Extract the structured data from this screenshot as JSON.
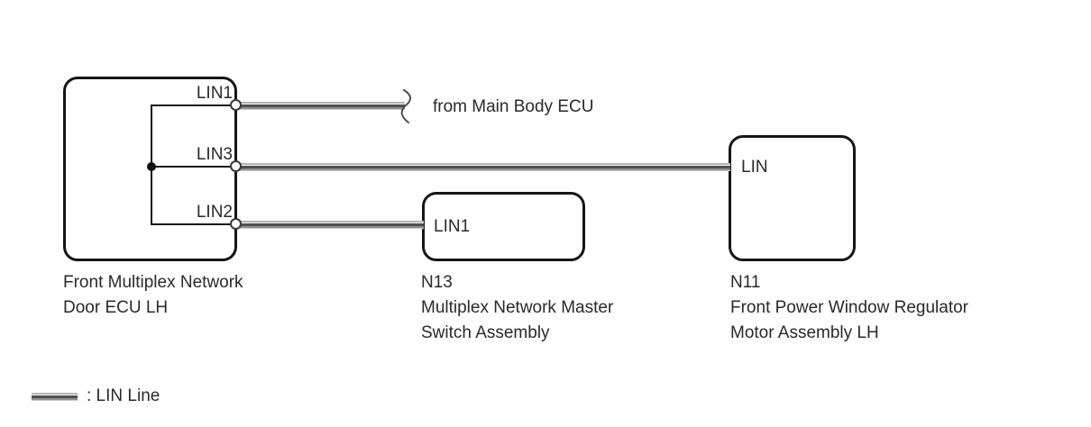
{
  "colors": {
    "box_border": "#161616",
    "wire_light_gray": "#b4b4b4",
    "wire_dark_gray": "#505050",
    "wire_mid_gray": "#8f8f8f",
    "text": "#2a2a2a",
    "background": "#fefefe"
  },
  "diagram": {
    "door_ecu": {
      "pin_labels": [
        "LIN1",
        "LIN3",
        "LIN2"
      ],
      "caption_line1": "Front Multiplex Network",
      "caption_line2": "Door ECU LH"
    },
    "external": {
      "label": "from Main Body ECU"
    },
    "master_switch": {
      "pin_label": "LIN1",
      "caption_line1": "N13",
      "caption_line2": "Multiplex Network Master",
      "caption_line3": "Switch Assembly"
    },
    "motor": {
      "pin_label": "LIN",
      "caption_line1": "N11",
      "caption_line2": "Front Power Window Regulator",
      "caption_line3": "Motor Assembly LH"
    },
    "legend": {
      "label": ": LIN Line"
    }
  }
}
